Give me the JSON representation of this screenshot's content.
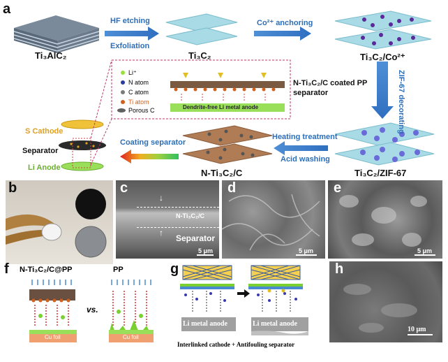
{
  "panel_labels": {
    "a": "a",
    "b": "b",
    "c": "c",
    "d": "d",
    "e": "e",
    "f": "f",
    "g": "g",
    "h": "h"
  },
  "panel_a": {
    "material_1": "Ti₃AlC₂",
    "material_2": "Ti₃C₂",
    "material_3": "Ti₃C₂/Co²⁺",
    "material_4": "Ti₃C₂/ZIF-67",
    "material_5": "N-Ti₃C₂/C",
    "step_1_top": "HF etching",
    "step_1_bottom": "Exfoliation",
    "step_2": "Co²⁺ anchoring",
    "step_3": "ZIF-67 decorating",
    "step_4_top": "Heating treatment",
    "step_4_bottom": "Acid washing",
    "step_5": "Coating separator",
    "cell_cathode": "S Cathode",
    "cell_separator": "Separator",
    "cell_anode": "Li Anode",
    "legend": [
      "Li⁺",
      "N atom",
      "C atom",
      "Ti atom",
      "Porous C"
    ],
    "inset_caption": "Dendrite-free Li metal anode",
    "inset_title": "N-Ti₃C₂/C coated PP separator"
  },
  "panel_c": {
    "layer_label": "N-Ti₃C₂/C",
    "separator_label": "Separator",
    "scale": "5 μm"
  },
  "panel_d": {
    "scale": "5 μm"
  },
  "panel_e": {
    "scale": "5 μm"
  },
  "panel_f": {
    "left_title": "N-Ti₃C₂/C@PP",
    "right_title": "PP",
    "vs": "vs.",
    "foil_left": "Cu foil",
    "foil_right": "Cu foil"
  },
  "panel_g": {
    "anode_left": "Li metal anode",
    "anode_right": "Li metal anode",
    "caption": "Interlinked cathode + Antifouling separator"
  },
  "panel_h": {
    "scale": "10 μm"
  }
}
